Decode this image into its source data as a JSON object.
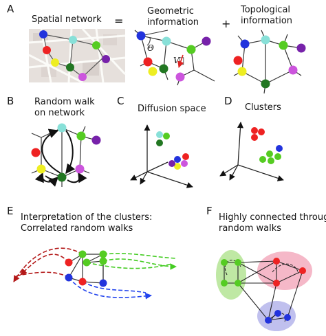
{
  "panels": {
    "A": {
      "label": "A",
      "title": "Spatial network",
      "equals": "=",
      "geometric": [
        "Geometric",
        "information"
      ],
      "theta_symbol": "Θ",
      "vector_symbol": "V⃗",
      "plus": "+",
      "topological": [
        "Topological",
        "information"
      ]
    },
    "B": {
      "label": "B",
      "title": [
        "Random walk",
        "on network"
      ]
    },
    "C": {
      "label": "C",
      "title": "Diffusion space"
    },
    "D": {
      "label": "D",
      "title": "Clusters"
    },
    "E": {
      "label": "E",
      "title": [
        "Interpretation of the clusters:",
        "Correlated random walks"
      ]
    },
    "F": {
      "label": "F",
      "title": [
        "Highly connected through",
        "random walks"
      ]
    }
  },
  "colors": {
    "blue": "#2233dd",
    "cyan": "#88e0d8",
    "green": "#55cc22",
    "purple": "#7722aa",
    "red": "#ee2222",
    "yellow": "#eeee22",
    "magenta": "#cc55dd",
    "dark_green": "#227722",
    "map_bg": "#e6e0dc",
    "map_road": "#fbfbf8",
    "cluster_green": "#bfe8a4",
    "cluster_red": "#f5b8c8",
    "cluster_blue": "#c0c0ee",
    "walk_red": "#b31818",
    "walk_green": "#44cc22",
    "walk_blue": "#2244ee"
  }
}
